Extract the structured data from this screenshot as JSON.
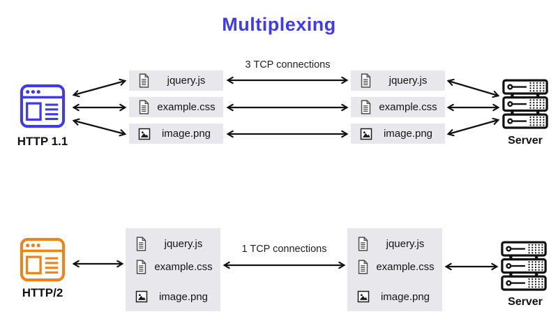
{
  "title": "Multiplexing",
  "colors": {
    "accent_blue": "#3f3af0",
    "accent_orange": "#ef8318",
    "chip_bg": "#e8e7eb",
    "arrow": "#111111"
  },
  "top": {
    "client_label": "HTTP 1.1",
    "server_label": "Server",
    "connection_label": "3 TCP connections",
    "files": [
      {
        "name": "jquery.js",
        "icon": "file-text-icon"
      },
      {
        "name": "example.css",
        "icon": "file-text-icon"
      },
      {
        "name": "image.png",
        "icon": "image-icon"
      }
    ]
  },
  "bottom": {
    "client_label": "HTTP/2",
    "server_label": "Server",
    "connection_label": "1 TCP connections",
    "files": [
      {
        "name": "jquery.js",
        "icon": "file-text-icon"
      },
      {
        "name": "example.css",
        "icon": "file-text-icon"
      },
      {
        "name": "image.png",
        "icon": "image-icon"
      }
    ]
  }
}
